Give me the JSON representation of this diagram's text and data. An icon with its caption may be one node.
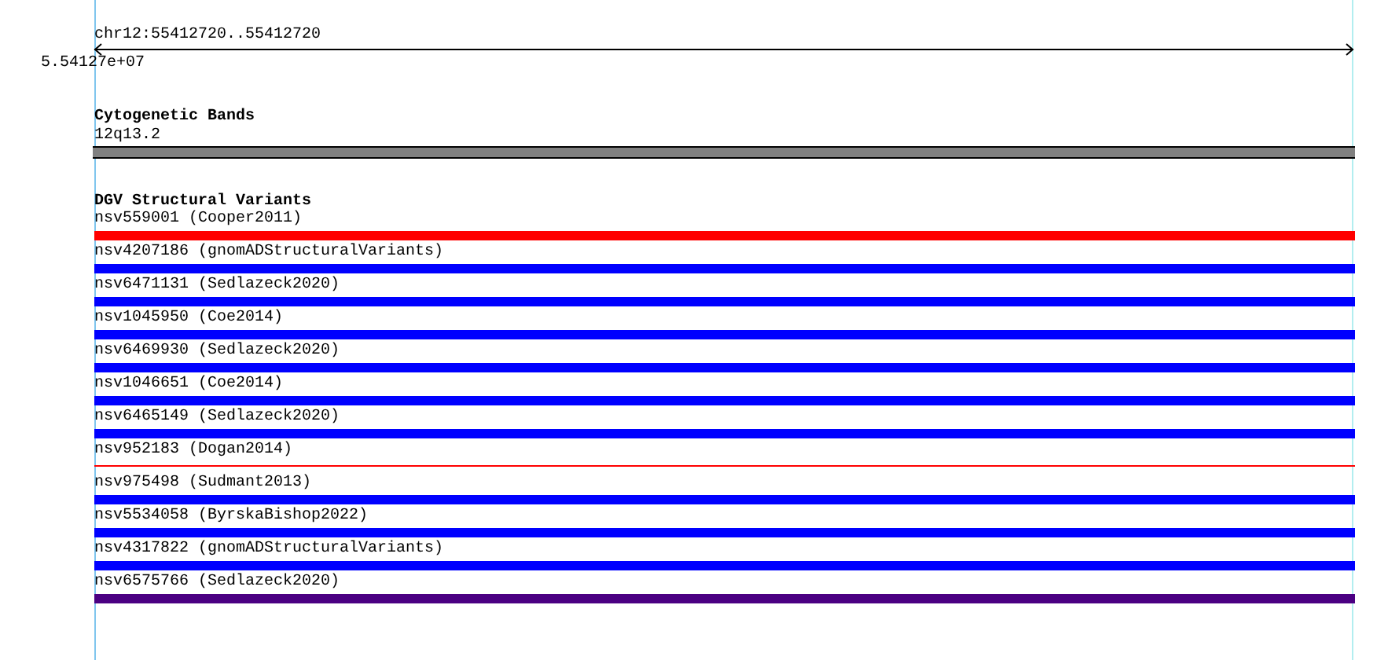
{
  "diagram": {
    "labels": [
      "chr12:55412720..55412720",
      "5.54127e+07",
      "Cytogenetic Bands",
      "12q13.2",
      "DGV Structural Variants",
      "nsv559001 (Cooper2011)",
      "nsv4207186 (gnomADStructuralVariants)",
      "nsv6471131 (Sedlazeck2020)",
      "nsv1045950 (Coe2014)",
      "nsv6469930 (Sedlazeck2020)",
      "nsv1046651 (Coe2014)",
      "nsv6465149 (Sedlazeck2020)",
      "nsv952183 (Dogan2014)",
      "nsv975498 (Sudmant2013)",
      "nsv5534058 (ByrskaBishop2022)",
      "nsv4317822 (gnomADStructuralVariants)",
      "nsv6575766 (Sedlazeck2020)"
    ]
  }
}
